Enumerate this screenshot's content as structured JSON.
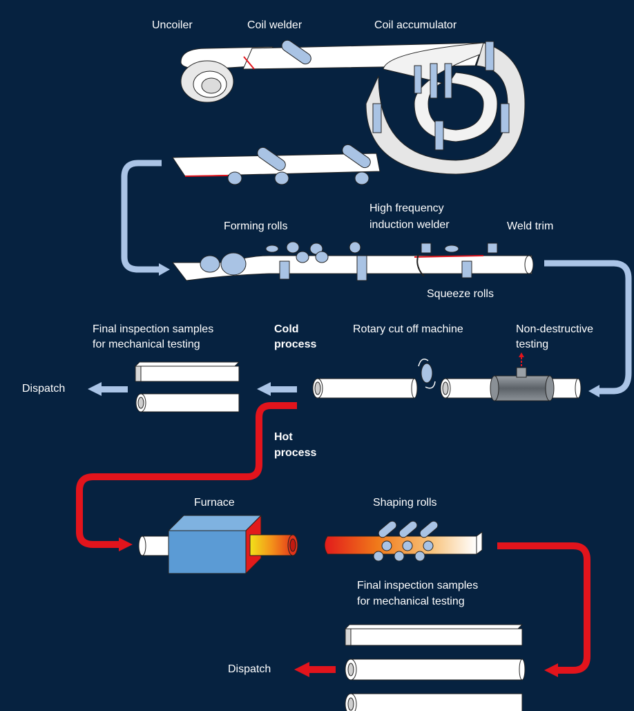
{
  "labels": {
    "uncoiler": "Uncoiler",
    "coil_welder": "Coil welder",
    "coil_accumulator": "Coil accumulator",
    "forming_rolls": "Forming rolls",
    "hf_welder_line1": "High frequency",
    "hf_welder_line2": "induction welder",
    "weld_trim": "Weld trim",
    "squeeze_rolls": "Squeeze rolls",
    "final_inspection_top_line1": "Final inspection samples",
    "final_inspection_top_line2": "for mechanical testing",
    "cold_process_line1": "Cold",
    "cold_process_line2": "process",
    "rotary_cut_off": "Rotary cut off machine",
    "ndt_line1": "Non-destructive",
    "ndt_line2": "testing",
    "dispatch_top": "Dispatch",
    "hot_process_line1": "Hot",
    "hot_process_line2": "process",
    "furnace": "Furnace",
    "shaping_rolls": "Shaping rolls",
    "final_inspection_bottom_line1": "Final inspection samples",
    "final_inspection_bottom_line2": "for mechanical testing",
    "dispatch_bottom": "Dispatch"
  },
  "colors": {
    "background": "#062240",
    "cold_arrow": "#aac4e6",
    "hot_arrow": "#e2141c",
    "roll": "#a9c3e4",
    "furnace": "#5b9bd5",
    "strip": "#ffffff"
  }
}
